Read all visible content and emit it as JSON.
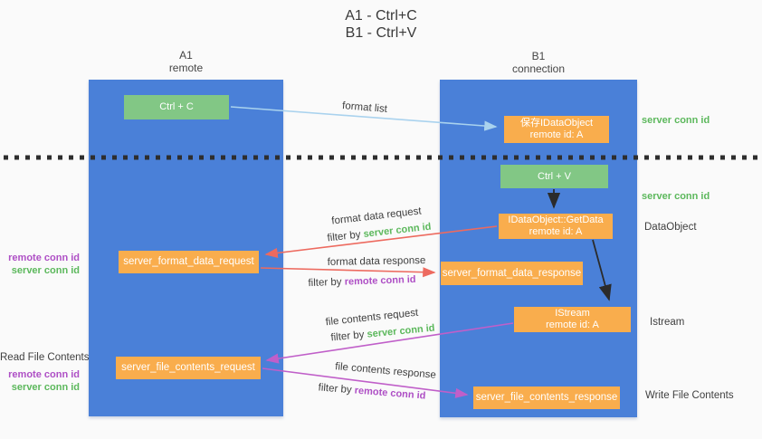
{
  "title": {
    "line1": "A1 - Ctrl+C",
    "line2": "B1 - Ctrl+V"
  },
  "columns": {
    "left": {
      "name": "A1",
      "role": "remote"
    },
    "right": {
      "name": "B1",
      "role": "connection"
    }
  },
  "nodes": {
    "ctrl_c": "Ctrl + C",
    "ctrl_v": "Ctrl + V",
    "save_dataobject": {
      "line1": "保存IDataObject",
      "line2": "remote id: A"
    },
    "getdata": {
      "line1": "IDataObject::GetData",
      "line2": "remote id: A"
    },
    "istream": {
      "line1": "IStream",
      "line2": "remote id: A"
    },
    "format_request": "server_format_data_request",
    "format_response": "server_format_data_response",
    "file_request": "server_file_contents_request",
    "file_response": "server_file_contents_response"
  },
  "labels": {
    "format_list": "format list",
    "format_data_request": "format data request",
    "format_data_response": "format data response",
    "file_contents_request": "file contents request",
    "file_contents_response": "file contents response",
    "filter_by": "filter by ",
    "server_conn_id": "server conn id",
    "remote_conn_id": "remote conn id",
    "dataobject": "DataObject",
    "istream": "Istream",
    "read_file_contents": "Read File Contents",
    "write_file_contents": "Write File Contents"
  },
  "colors": {
    "column_blue": "#4a80d8",
    "green_box": "#82c785",
    "orange_box": "#f9ad4d",
    "green_label": "#5cb85c",
    "purple_label": "#ae4fc5",
    "blue_arrow": "#a9d2ee",
    "black_arrow": "#2b2b2b",
    "red_arrow": "#ed6a5f",
    "magenta_arrow": "#c05fc9"
  }
}
